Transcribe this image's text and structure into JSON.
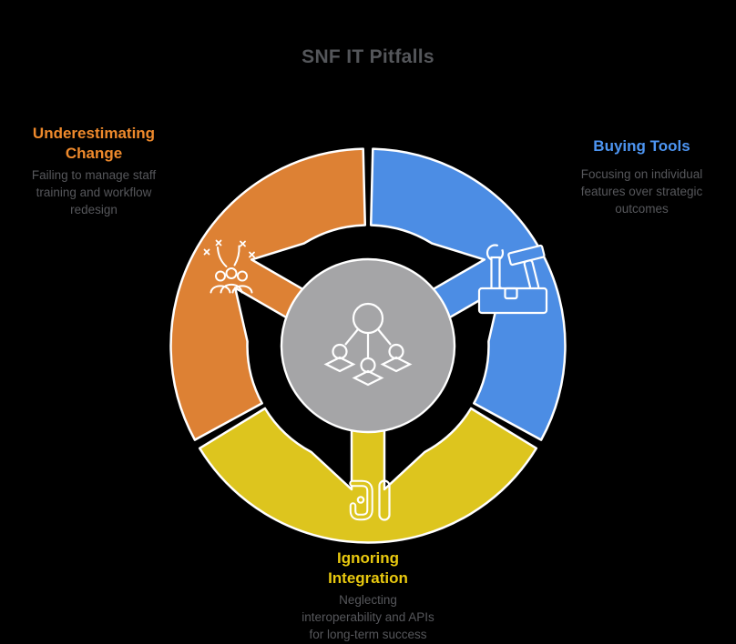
{
  "title": "SNF IT Pitfalls",
  "palette": {
    "background": "#000000",
    "outline": "#FFFFFF",
    "title_text": "#54565A",
    "description_text": "#56575B",
    "center_circle": "#A5A5A7",
    "ring_orange": "#DD8134",
    "ring_blue": "#4C8DE4",
    "ring_yellow": "#DDC51E",
    "heading_orange": "#EF8A2C",
    "heading_blue": "#4D95F2",
    "heading_yellow": "#E9C90F"
  },
  "donut": {
    "center_icon": "org-hierarchy",
    "segments": [
      {
        "ref": "change",
        "color": "#DD8134",
        "start": 241,
        "end": 359,
        "tab_angle": 300,
        "icon": "people-celebration-icon"
      },
      {
        "ref": "tools",
        "color": "#4C8DE4",
        "start": 1,
        "end": 119,
        "tab_angle": 60,
        "icon": "tools-icon"
      },
      {
        "ref": "integration",
        "color": "#DDC51E",
        "start": 121,
        "end": 239,
        "tab_angle": 180,
        "icon": "integration-icon"
      }
    ]
  },
  "pitfalls": [
    {
      "id": "change",
      "heading": "Underestimating\nChange",
      "heading_color": "#EF8A2C",
      "description": "Failing to manage staff\ntraining and workflow\nredesign"
    },
    {
      "id": "tools",
      "heading": "Buying Tools",
      "heading_color": "#4D95F2",
      "description": "Focusing on individual\nfeatures over strategic\noutcomes"
    },
    {
      "id": "integration",
      "heading": "Ignoring\nIntegration",
      "heading_color": "#E9C90F",
      "description": "Neglecting\ninteroperability and APIs\nfor long-term success"
    }
  ]
}
